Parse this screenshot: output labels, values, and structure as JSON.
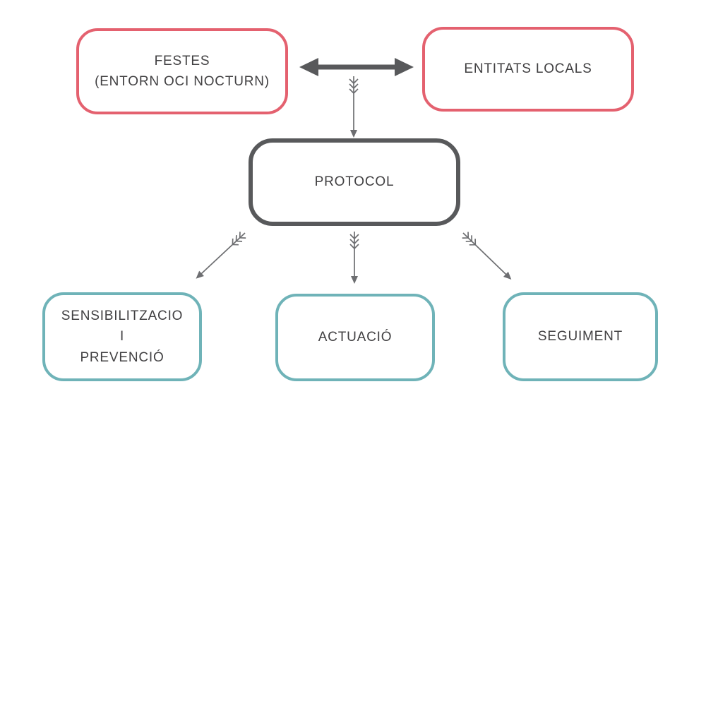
{
  "diagram": {
    "nodes": {
      "festes": {
        "lines": [
          "FESTES",
          "(ENTORN OCI NOCTURN)"
        ]
      },
      "entitats": {
        "label": "ENTITATS LOCALS"
      },
      "protocol": {
        "label": "PROTOCOL"
      },
      "sensibilitzacio": {
        "lines": [
          "SENSIBILITZACIO",
          "I",
          "PREVENCIÓ"
        ]
      },
      "actuacio": {
        "label": "ACTUACIÓ"
      },
      "seguiment": {
        "label": "SEGUIMENT"
      }
    },
    "colors": {
      "pink": "#e4616f",
      "dark": "#58595b",
      "teal": "#6fb3b8",
      "connector": "#6d6e71",
      "text": "#414042"
    }
  }
}
